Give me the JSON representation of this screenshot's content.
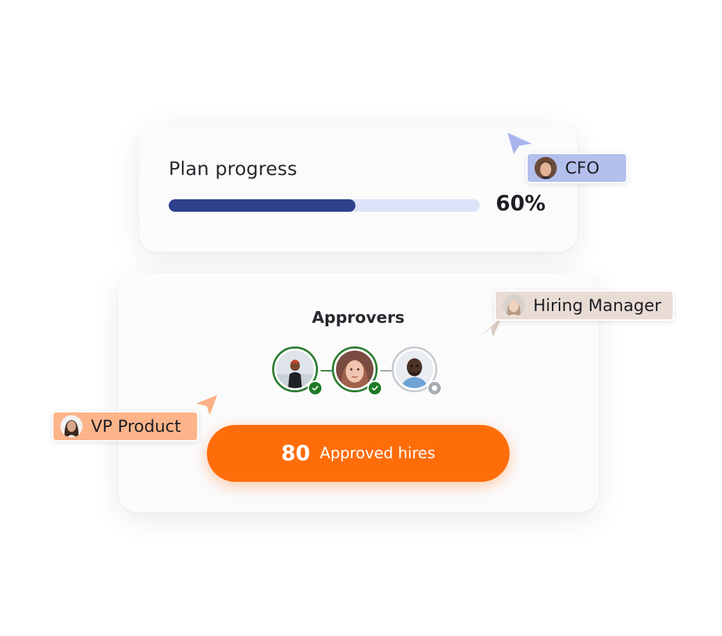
{
  "plan": {
    "title": "Plan progress",
    "progress_value": 0.6,
    "progress_label": "60%",
    "colors": {
      "fill": "#2e418c",
      "track": "#dde3f8"
    }
  },
  "approvers": {
    "title": "Approvers",
    "people": [
      {
        "status": "approved",
        "status_icon": "check-icon"
      },
      {
        "status": "approved",
        "status_icon": "check-icon"
      },
      {
        "status": "pending",
        "status_icon": "pending-dot-icon"
      }
    ],
    "colors": {
      "approved": "#1e7a27",
      "pending": "#a7acb2"
    }
  },
  "cta": {
    "count": "80",
    "label": "Approved hires",
    "color": "#ff6d0b"
  },
  "tags": [
    {
      "label": "CFO",
      "color": "#b3bfec",
      "cursor_color": "#a9b5ec"
    },
    {
      "label": "Hiring Manager",
      "color": "#e9dcd5",
      "cursor_color": "#d8cbc4"
    },
    {
      "label": "VP Product",
      "color": "#fdb48a",
      "cursor_color": "#fdb184"
    }
  ]
}
